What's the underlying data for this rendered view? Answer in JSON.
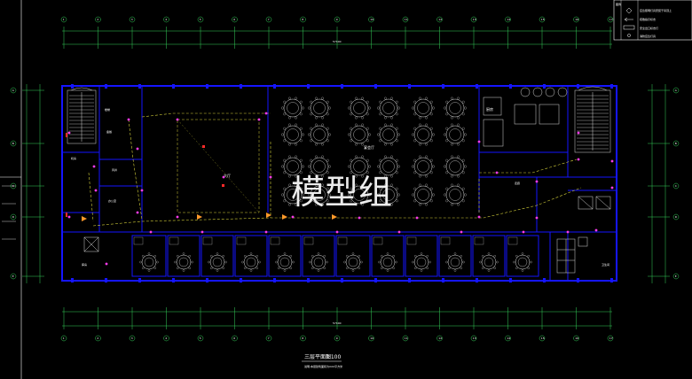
{
  "drawing": {
    "title": "三层平面图",
    "scale": "1:100",
    "note": "说明:本层建筑面积为XXX平方米",
    "watermark": "模型组",
    "total_dim": "57600"
  },
  "rooms": {
    "stair": "楼梯",
    "pantry": "备餐",
    "well": "风井",
    "machine": "机房",
    "office": "办公室",
    "storage": "库房",
    "toilet": "卫生间",
    "main_hall": "大厅",
    "banquet": "宴会厅",
    "kitchen": "厨房",
    "corridor": "走廊"
  },
  "axes_top": [
    "1",
    "2",
    "3",
    "4",
    "5",
    "6",
    "7",
    "8",
    "9",
    "10",
    "11",
    "12",
    "13",
    "14",
    "15",
    "16",
    "17"
  ],
  "axes_side": [
    "A",
    "B",
    "C",
    "D",
    "E"
  ],
  "legend": {
    "header": "图例",
    "rows": [
      {
        "symbol": "diamond",
        "text": "应急照明灯具安装于吊顶上"
      },
      {
        "symbol": "arrow",
        "text": "疏散指示标志"
      },
      {
        "symbol": "rect",
        "text": "安全出口标志灯"
      },
      {
        "symbol": "dot",
        "text": "消防应急灯具"
      }
    ]
  },
  "colors": {
    "wall": "#1515ff",
    "grid": "#34d05a",
    "text": "#ffffff",
    "emergency": "#ff3df0",
    "dash": "#d6d23a",
    "exit": "#ff9a2a",
    "furniture": "#d8d8d8",
    "red": "#ff2a2a"
  }
}
